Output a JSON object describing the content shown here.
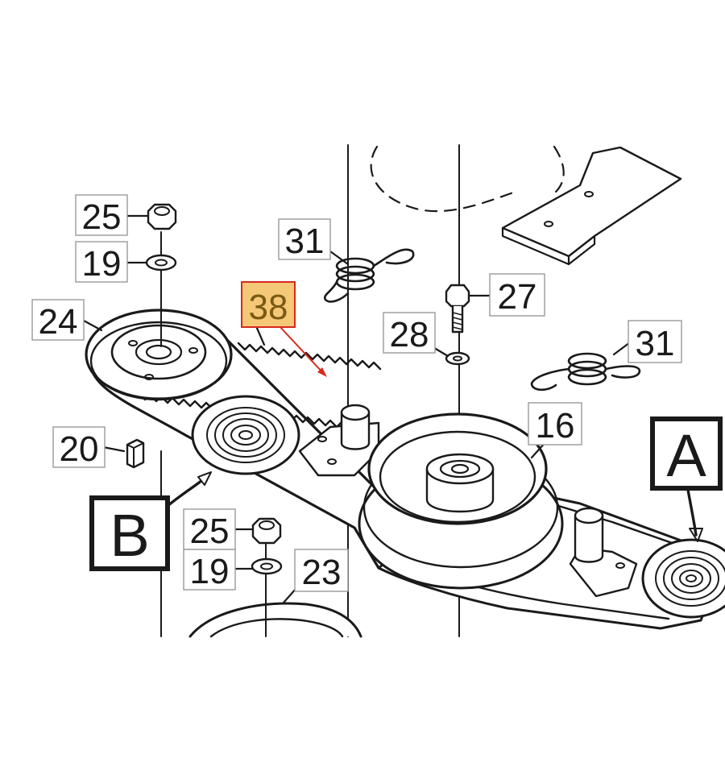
{
  "diagram": {
    "callouts": {
      "nut_upper": "25",
      "washer_upper": "19",
      "pulley_left": "24",
      "belt_highlighted": "38",
      "spring_upper": "31",
      "bolt": "27",
      "washer_small": "28",
      "spring_right": "31",
      "pulley_center": "16",
      "key": "20",
      "nut_lower": "25",
      "washer_lower": "19",
      "pulley_lower": "23"
    },
    "views": {
      "view_a": "A",
      "view_b": "B"
    },
    "colors": {
      "highlight_fill": "#f5c878",
      "highlight_border": "#d62a1e",
      "highlight_text": "#7a5a12",
      "leader_red": "#d62a1e",
      "line": "#1a1a1a"
    }
  }
}
